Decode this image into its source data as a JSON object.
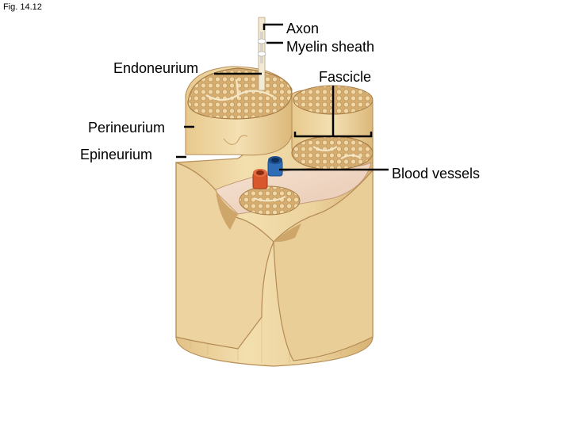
{
  "figure_label": "Fig. 14.12",
  "labels": {
    "axon": "Axon",
    "myelin_sheath": "Myelin sheath",
    "endoneurium": "Endoneurium",
    "fascicle": "Fascicle",
    "perineurium": "Perineurium",
    "epineurium": "Epineurium",
    "blood_vessels": "Blood vessels"
  },
  "colors": {
    "tissue": "#e9cf94",
    "tissue_dark": "#c9a363",
    "fascicle_face": "#d9b47a",
    "artery": "#d8572c",
    "vein": "#2e6db5",
    "leader_line": "#000000"
  }
}
